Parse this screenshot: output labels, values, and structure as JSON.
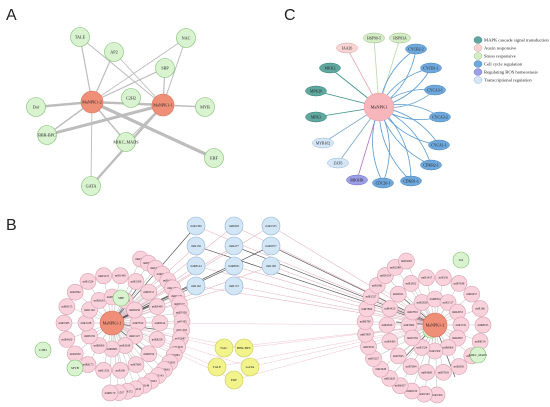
{
  "panels": {
    "A": {
      "letter": "A",
      "nodes": [
        {
          "id": "MaNPK1-2",
          "type": "hub"
        },
        {
          "id": "MaNPK1-1",
          "type": "hub"
        },
        {
          "id": "TALE",
          "type": "tf"
        },
        {
          "id": "AP2",
          "type": "tf"
        },
        {
          "id": "NAC",
          "type": "tf"
        },
        {
          "id": "SBP",
          "type": "tf"
        },
        {
          "id": "C2H2",
          "type": "tf"
        },
        {
          "id": "Dof",
          "type": "tf"
        },
        {
          "id": "BBR-BPC",
          "type": "tf"
        },
        {
          "id": "MIKC_MADS",
          "type": "tf"
        },
        {
          "id": "MYB",
          "type": "tf"
        },
        {
          "id": "ERF",
          "type": "tf"
        },
        {
          "id": "GATA",
          "type": "tf"
        }
      ]
    },
    "B": {
      "letter": "B",
      "hubs": [
        "MaNPK1-1",
        "MaNPK1-2"
      ],
      "mirna_top": [
        "miR1360",
        "miR156",
        "miR8144",
        "miR162",
        "miR828",
        "miR477",
        "miR8031",
        "miR172",
        "miR1535",
        "miR2677",
        "miR169"
      ],
      "tf_center": [
        "NAC",
        "BBR-BPC",
        "TALE",
        "GATA",
        "ERF"
      ],
      "left_tfs": [
        "SBP",
        "C2H2",
        "MYB"
      ],
      "right_tfs": [
        "Dof",
        "AP2",
        "MIKC_MADS"
      ],
      "left_mirnas": [
        "miR7816",
        "miR1527",
        "miR3638",
        "miR9863",
        "miR8000",
        "miR8159",
        "miR1438",
        "miR1120",
        "miR3633",
        "miR5543",
        "miR1611",
        "miR8258",
        "miR6014",
        "miR8258",
        "miR8259",
        "miR7695",
        "miR160",
        "miR1526",
        "miR8175",
        "miR2950",
        "miR4420",
        "miR5385",
        "miR8155",
        "miR1862",
        "miR1524",
        "miR5272",
        "miR1440",
        "miR1509",
        "miR8151",
        "miR3440",
        "miR3930",
        "miR5561",
        "miR4233",
        "miR6196",
        "miR447",
        "miR1151",
        "miR3149",
        "miR8177",
        "miR5058",
        "miR395",
        "miR1563",
        "miR2087",
        "miR3935",
        "miR1863",
        "miR3935",
        "miR9662",
        "miR3143",
        "miR3943",
        "miR8148",
        "miR4232",
        "miR8172",
        "miR1507",
        "miR8170"
      ],
      "right_mirnas": [
        "miR1864",
        "miR7801",
        "miR2828",
        "miR8054",
        "miR1517",
        "miR2653",
        "miR1531",
        "miR2867",
        "miR8006",
        "miR1509",
        "miR1524",
        "miR5559",
        "miR2620",
        "miR4423",
        "miR2611",
        "miR1852",
        "miR1437",
        "miR156",
        "miR7838",
        "miR6457",
        "miR166",
        "miR8165",
        "miR8154",
        "miR8147",
        "miR2831",
        "miR7818",
        "miR9660",
        "miR7694",
        "miR7695",
        "miR4383",
        "miR1564",
        "miR1563",
        "miR8150",
        "miR6457",
        "miR2620",
        "miR3628",
        "miR5227",
        "miR3634",
        "miR7807",
        "miR8789",
        "miR7894",
        "miR1527",
        "miR1861",
        "miR8154",
        "miR2588",
        "miR5628"
      ]
    },
    "C": {
      "letter": "C",
      "hub": "MaNPK1",
      "nodes": [
        {
          "id": "HSP90-5",
          "cat": "Stress responsive"
        },
        {
          "id": "HSP83A",
          "cat": "Stress responsive"
        },
        {
          "id": "IAA26",
          "cat": "Auxin responsive"
        },
        {
          "id": "MKK2",
          "cat": "MAPK cascade signal transduction"
        },
        {
          "id": "MPK20",
          "cat": "MAPK cascade signal transduction"
        },
        {
          "id": "MPK3",
          "cat": "MAPK cascade signal transduction"
        },
        {
          "id": "MYB102",
          "cat": "Transcriptional regulation"
        },
        {
          "id": "ZAT6",
          "cat": "Transcriptional regulation"
        },
        {
          "id": "RBOHK",
          "cat": "Regulating ROS homeostasis"
        },
        {
          "id": "CDC20-1",
          "cat": "Cell cycle regulation"
        },
        {
          "id": "CDKB1-1",
          "cat": "Cell cycle regulation"
        },
        {
          "id": "CDKB2-1",
          "cat": "Cell cycle regulation"
        },
        {
          "id": "CYCA1-1",
          "cat": "Cell cycle regulation"
        },
        {
          "id": "CYCA3-2",
          "cat": "Cell cycle regulation"
        },
        {
          "id": "CYCA3-1",
          "cat": "Cell cycle regulation"
        },
        {
          "id": "CYCB1-1",
          "cat": "Cell cycle regulation"
        },
        {
          "id": "CYCB2-2",
          "cat": "Cell cycle regulation"
        }
      ],
      "legend": [
        {
          "label": "MAPK cascade signal transduction",
          "color": "#5fa79f"
        },
        {
          "label": "Auxin responsive",
          "color": "#f8d4d4"
        },
        {
          "label": "Stress responsive",
          "color": "#d6ecc6"
        },
        {
          "label": "Cell cycle regulation",
          "color": "#6fa8dc"
        },
        {
          "label": "Regulating ROS homeostasis",
          "color": "#9c9ee6"
        },
        {
          "label": "Transcriptional regulation",
          "color": "#d5e6f7"
        }
      ]
    }
  },
  "colors": {
    "hub": "#f08f78",
    "tf": "#d9f3d0",
    "mirna": "#f9d2dc",
    "mirna_blue": "#d3e6f6",
    "tf_center": "#f3f38c"
  }
}
